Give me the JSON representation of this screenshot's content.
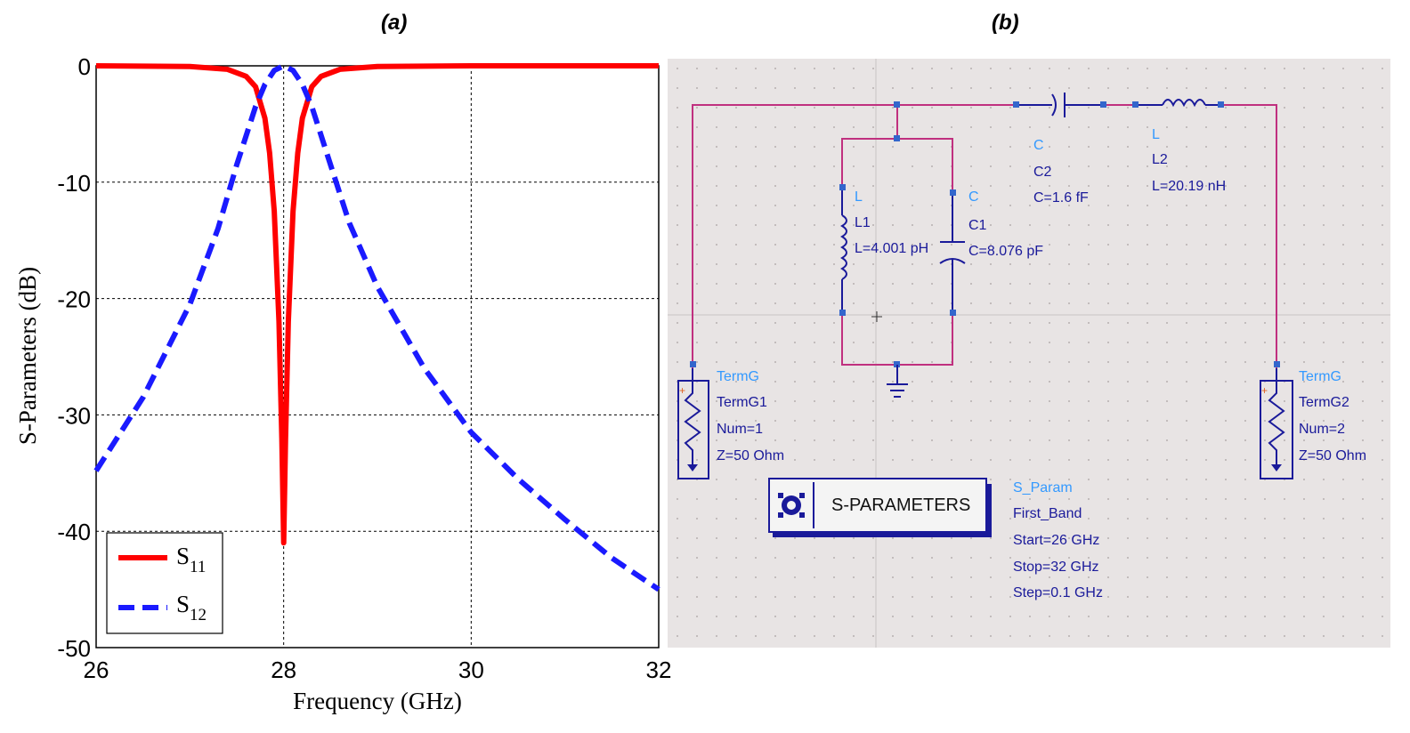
{
  "panels": {
    "a_label": "(a)",
    "b_label": "(b)"
  },
  "chart_data": {
    "type": "line",
    "xlabel": "Frequency (GHz)",
    "ylabel": "S-Parameters (dB)",
    "xlim": [
      26,
      32
    ],
    "ylim": [
      -50,
      0
    ],
    "x_ticks": [
      "26",
      "28",
      "30",
      "32"
    ],
    "y_ticks": [
      "0",
      "-10",
      "-20",
      "-30",
      "-40",
      "-50"
    ],
    "grid": true,
    "legend_position": "bottom-left",
    "series": [
      {
        "name": "S11",
        "name_main": "S",
        "name_sub": "11",
        "color": "#ff0000",
        "style": "solid",
        "x": [
          26,
          27,
          27.4,
          27.6,
          27.7,
          27.8,
          27.85,
          27.9,
          27.95,
          27.98,
          28,
          28.02,
          28.05,
          28.1,
          28.15,
          28.2,
          28.3,
          28.4,
          28.6,
          29,
          30,
          31,
          32
        ],
        "y": [
          0,
          -0.05,
          -0.3,
          -0.9,
          -1.8,
          -4.5,
          -7.5,
          -12.5,
          -22,
          -32,
          -41,
          -32,
          -22,
          -12.5,
          -7.5,
          -4.5,
          -1.8,
          -0.9,
          -0.3,
          -0.05,
          0,
          0,
          0
        ]
      },
      {
        "name": "S12",
        "name_main": "S",
        "name_sub": "12",
        "color": "#1a1aff",
        "style": "dashed",
        "x": [
          26,
          26.5,
          27,
          27.3,
          27.5,
          27.7,
          27.8,
          27.9,
          28,
          28.1,
          28.2,
          28.3,
          28.5,
          28.7,
          29,
          29.5,
          30,
          30.5,
          31,
          31.5,
          32
        ],
        "y": [
          -34.8,
          -28.5,
          -20.5,
          -14,
          -8.5,
          -3.5,
          -1.6,
          -0.4,
          0,
          -0.4,
          -1.6,
          -3.5,
          -8.5,
          -13.5,
          -19,
          -26,
          -31.5,
          -35.5,
          -39,
          -42.3,
          -45
        ]
      }
    ]
  },
  "schematic": {
    "L1": {
      "type": "L",
      "name": "L1",
      "value": "L=4.001 pH"
    },
    "C1": {
      "type": "C",
      "name": "C1",
      "value": "C=8.076 pF"
    },
    "C2": {
      "type": "C",
      "name": "C2",
      "value": "C=1.6 fF"
    },
    "L2": {
      "type": "L",
      "name": "L2",
      "value": "L=20.19 nH"
    },
    "term1": {
      "type": "TermG",
      "name": "TermG1",
      "num": "Num=1",
      "z": "Z=50 Ohm"
    },
    "term2": {
      "type": "TermG",
      "name": "TermG2",
      "num": "Num=2",
      "z": "Z=50 Ohm"
    },
    "sparam": {
      "box_label": "S-PARAMETERS",
      "type": "S_Param",
      "name": "First_Band",
      "start": "Start=26 GHz",
      "stop": "Stop=32 GHz",
      "step": "Step=0.1 GHz"
    },
    "colors": {
      "wire": "#c0307f",
      "component": "#1a1a9a",
      "background": "#e8e4e4",
      "type_label": "#3399ff"
    }
  }
}
